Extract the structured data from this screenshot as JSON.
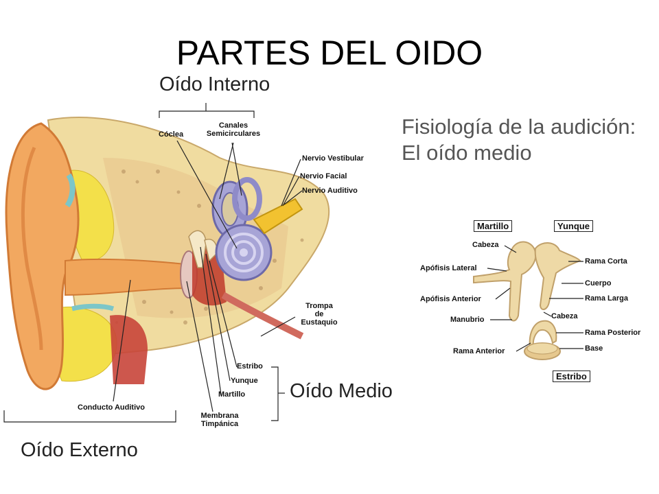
{
  "slide": {
    "title": "PARTES DEL OIDO"
  },
  "ear": {
    "inner_title": "Oído Interno",
    "middle_title": "Oído Medio",
    "outer_title": "Oído Externo",
    "labels": {
      "coclea": "Cóclea",
      "canales_1": "Canales",
      "canales_2": "Semicirculares",
      "nervio_vestibular": "Nervio Vestibular",
      "nervio_facial": "Nervio Facial",
      "nervio_auditivo": "Nervio Auditivo",
      "trompa_1": "Trompa",
      "trompa_2": "de",
      "trompa_3": "Eustaquio",
      "estribo": "Estribo",
      "yunque": "Yunque",
      "martillo": "Martillo",
      "membrana_1": "Membrana",
      "membrana_2": "Timpánica",
      "conducto": "Conducto Auditivo"
    }
  },
  "physiology": {
    "line1": "Fisiología de la audición:",
    "line2": "El oído  medio"
  },
  "ossicles": {
    "martillo_box": "Martillo",
    "yunque_box": "Yunque",
    "estribo_box": "Estribo",
    "labels": {
      "cabeza_m": "Cabeza",
      "apofisis_lateral": "Apófisis Lateral",
      "apofisis_anterior": "Apófisis Anterior",
      "manubrio": "Manubrio",
      "rama_anterior": "Rama Anterior",
      "rama_corta": "Rama Corta",
      "cuerpo": "Cuerpo",
      "rama_larga": "Rama Larga",
      "cabeza_e": "Cabeza",
      "rama_posterior": "Rama Posterior",
      "base": "Base"
    }
  }
}
